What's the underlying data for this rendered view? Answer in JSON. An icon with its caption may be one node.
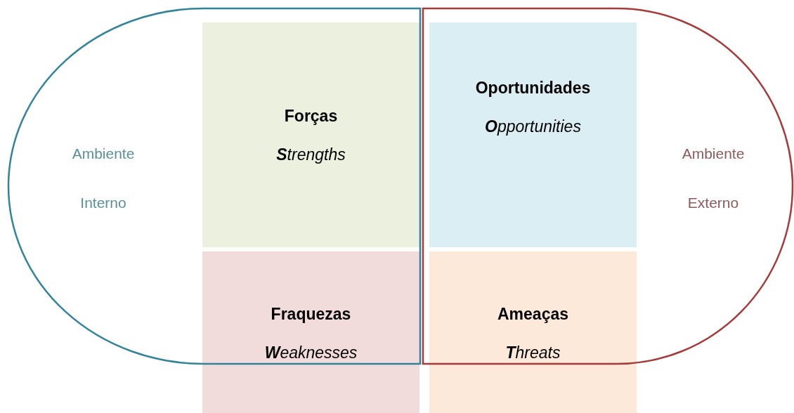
{
  "diagram": {
    "nodes": [
      {
        "text": [
          "Ambiente Interno"
        ]
      },
      {
        "text": [
          "Forças",
          "**S**trengths"
        ],
        "in": 0
      },
      {
        "text": [
          "Oportunidades",
          "**O**pportunities"
        ],
        "in": 3
      },
      {
        "text": [
          "Ambiente Externo"
        ]
      },
      {
        "text": [
          "Fraquezas",
          "**W**eaknesses"
        ]
      },
      {
        "text": [
          "Ameaças",
          "**T**hreats"
        ]
      }
    ]
  }
}
